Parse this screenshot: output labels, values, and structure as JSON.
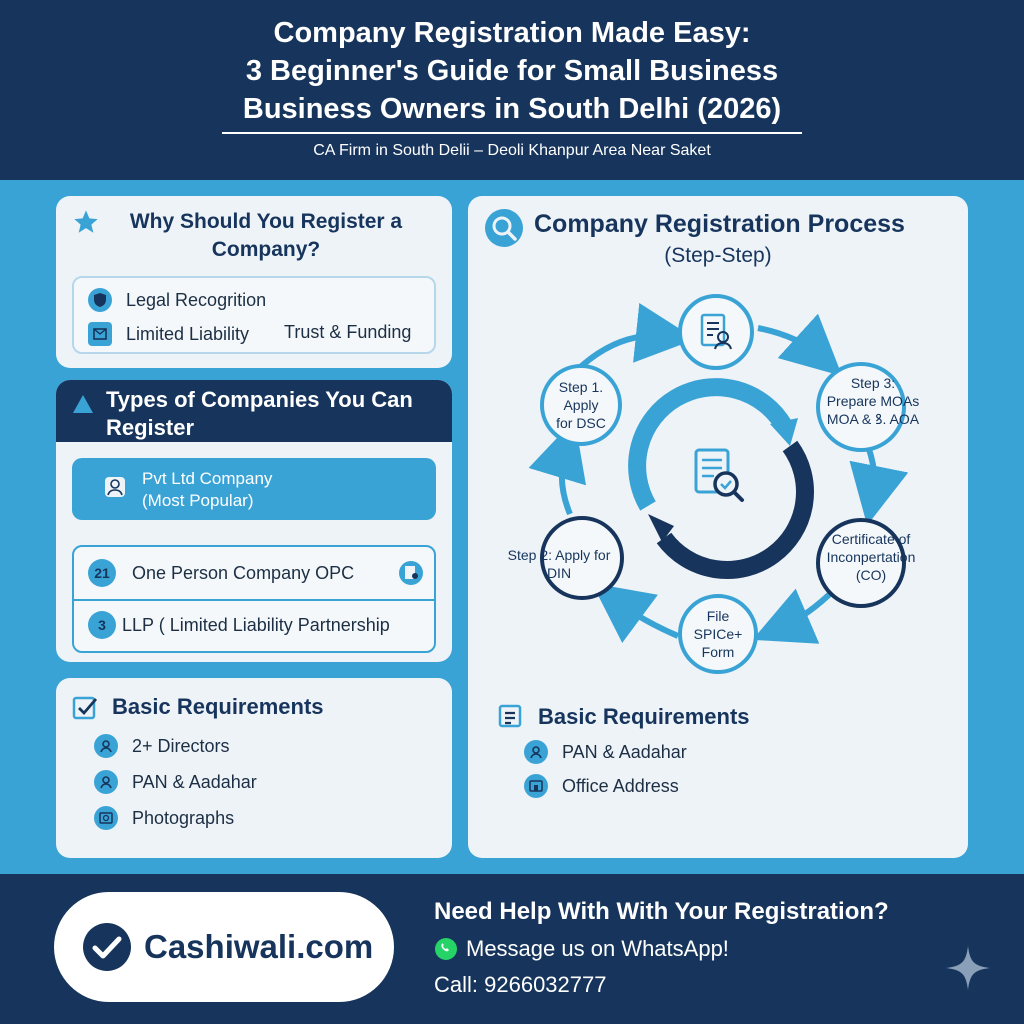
{
  "header": {
    "title_line1": "Company Registration Made Easy:",
    "title_line2": "3 Beginner's Guide for Small Business",
    "title_line3": "Business Owners in South Delhi (2026)",
    "subtitle": "CA Firm in South Delii – Deoli Khanpur Area Near Saket"
  },
  "why": {
    "title": "Why Should You Register a Company?",
    "items": [
      "Legal Recogrition",
      "Limited Liability",
      "Trust & Funding"
    ]
  },
  "types": {
    "title": "Types of Companies You Can Register",
    "featured_line1": "Pvt Ltd Company",
    "featured_line2": "(Most Popular)",
    "items": [
      {
        "num": "21",
        "label": "One Person Company OPC"
      },
      {
        "num": "3",
        "label": "LLP ( Limited Liability Partnership"
      }
    ]
  },
  "basic_left": {
    "title": "Basic Requirements",
    "items": [
      "2+ Directors",
      "PAN & Aadahar",
      "Photographs"
    ]
  },
  "process": {
    "title": "Company Registration Process",
    "subtitle": "(Step-Step)",
    "steps": {
      "step1_l1": "Step 1.",
      "step1_l2": "Apply",
      "step1_l3": "for DSC",
      "step3_l1": "Step 3:",
      "step3_l2": "Prepare MOAs",
      "step3_l3": "MOA & ꝸ. AOA",
      "cert_l1": "Certificate of",
      "cert_l2": "Inconpertation",
      "cert_l3": "(CO)",
      "file_l1": "File",
      "file_l2": "SPICe+",
      "file_l3": "Form",
      "step2_l1": "Step 2: Apply for",
      "step2_l2": "DIN"
    },
    "basic_title": "Basic Requirements",
    "basic_items": [
      "PAN & Aadahar",
      "Office Address"
    ]
  },
  "footer": {
    "brand": "Cashiwali.com",
    "help": "Need Help With With Your Registration?",
    "whatsapp": "Message us on WhatsApp!",
    "call": "Call: 9266032777"
  },
  "colors": {
    "navy": "#17355c",
    "blue": "#3aa3d6",
    "card": "#eef3f8",
    "whatsapp": "#25d366"
  }
}
